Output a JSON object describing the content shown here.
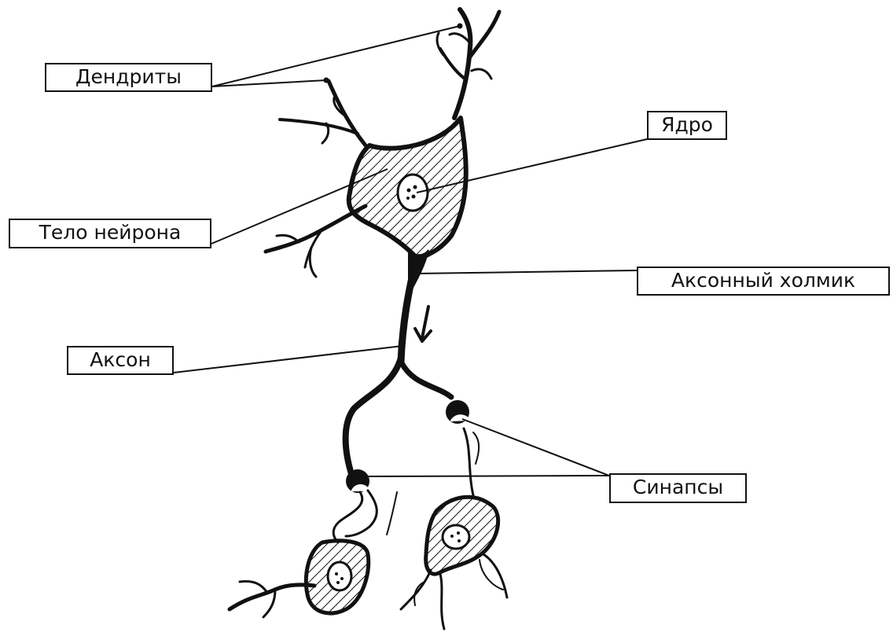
{
  "labels": {
    "dendrites": "Дендриты",
    "nucleus": "Ядро",
    "soma": "Тело нейрона",
    "axon_hillock": "Аксонный холмик",
    "axon": "Аксон",
    "synapses": "Синапсы"
  },
  "colors": {
    "ink": "#111111",
    "background": "#ffffff"
  }
}
